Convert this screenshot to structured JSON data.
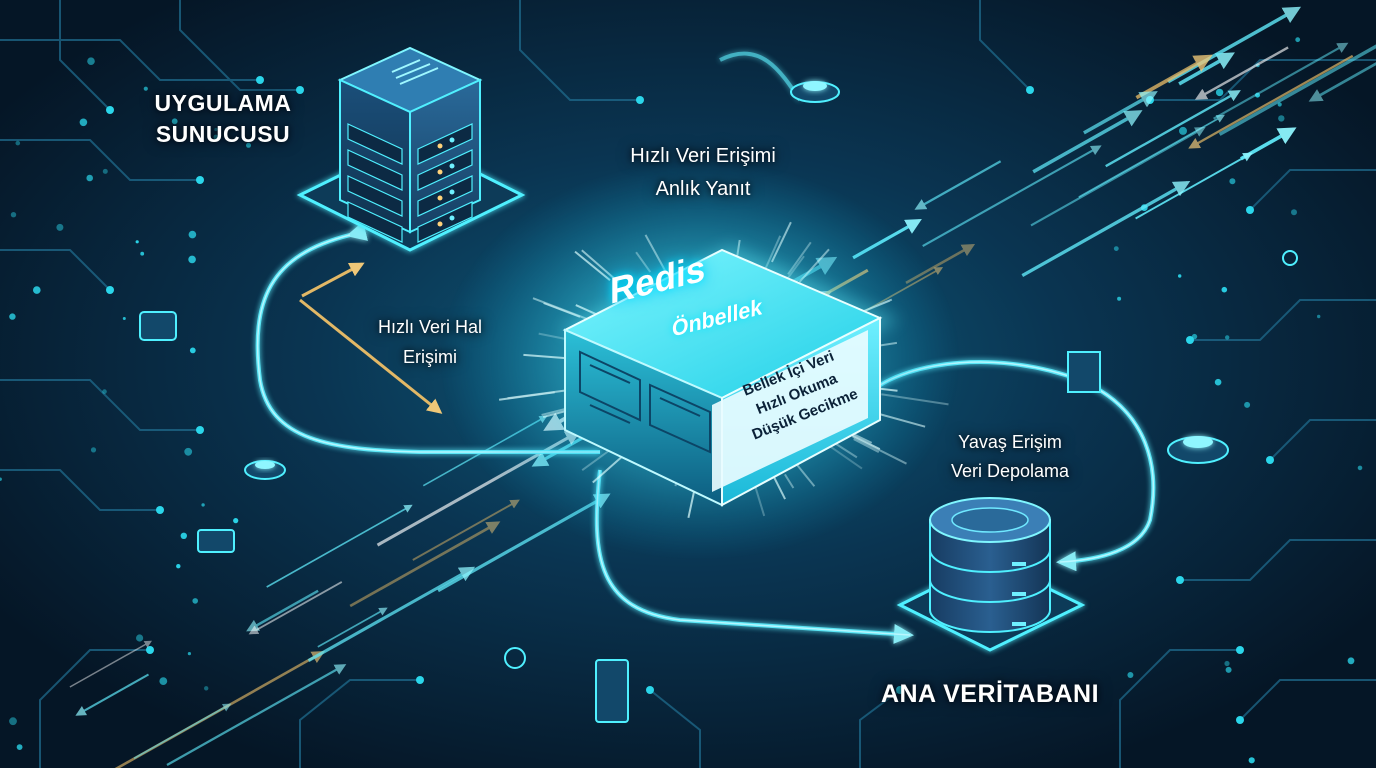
{
  "diagram": {
    "nodes": {
      "app_server": {
        "label_lines": [
          "UYGULAMA",
          "SUNUCUSU"
        ]
      },
      "redis": {
        "title": "Redis",
        "subtitle": "Önbellek",
        "features": [
          "Bellek İçi Veri",
          "Hızlı Okuma",
          "Düşük Gecikme"
        ]
      },
      "database": {
        "label": "ANA VERİTABANI"
      }
    },
    "annotations": {
      "fast_top": [
        "Hızlı Veri Erişimi",
        "Anlık Yanıt"
      ],
      "fast_left": [
        "Hızlı Veri Hal",
        "Erişimi"
      ],
      "slow": [
        "Yavaş Erişim",
        "Veri Depolama"
      ]
    },
    "colors": {
      "background": "#061a2c",
      "glow_cyan": "#27e3f5",
      "arrow_gold": "#e2b866",
      "cube_face": "#1fd3e8",
      "server_blue": "#1a4e7a"
    }
  }
}
